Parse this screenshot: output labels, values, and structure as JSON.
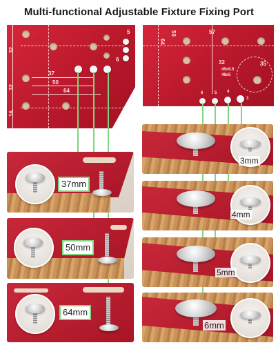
{
  "title": "Multi-functional Adjustable Fixture Fixing Port",
  "left_plate": {
    "marks": [
      "37",
      "50",
      "64",
      "32",
      "32",
      "16",
      "5",
      "6"
    ]
  },
  "right_plate": {
    "marks": [
      "64",
      "50",
      "57",
      "32",
      "35",
      "45x9.5",
      "48x5",
      "6",
      "5",
      "4",
      "3"
    ]
  },
  "left_panels": [
    {
      "label": "37mm"
    },
    {
      "label": "50mm"
    },
    {
      "label": "64mm"
    }
  ],
  "right_panels": [
    {
      "label": "3mm"
    },
    {
      "label": "4mm"
    },
    {
      "label": "5mm"
    },
    {
      "label": "6mm"
    }
  ],
  "colors": {
    "jig_red": "#b9182b",
    "guide_green": "#7ed67e"
  }
}
